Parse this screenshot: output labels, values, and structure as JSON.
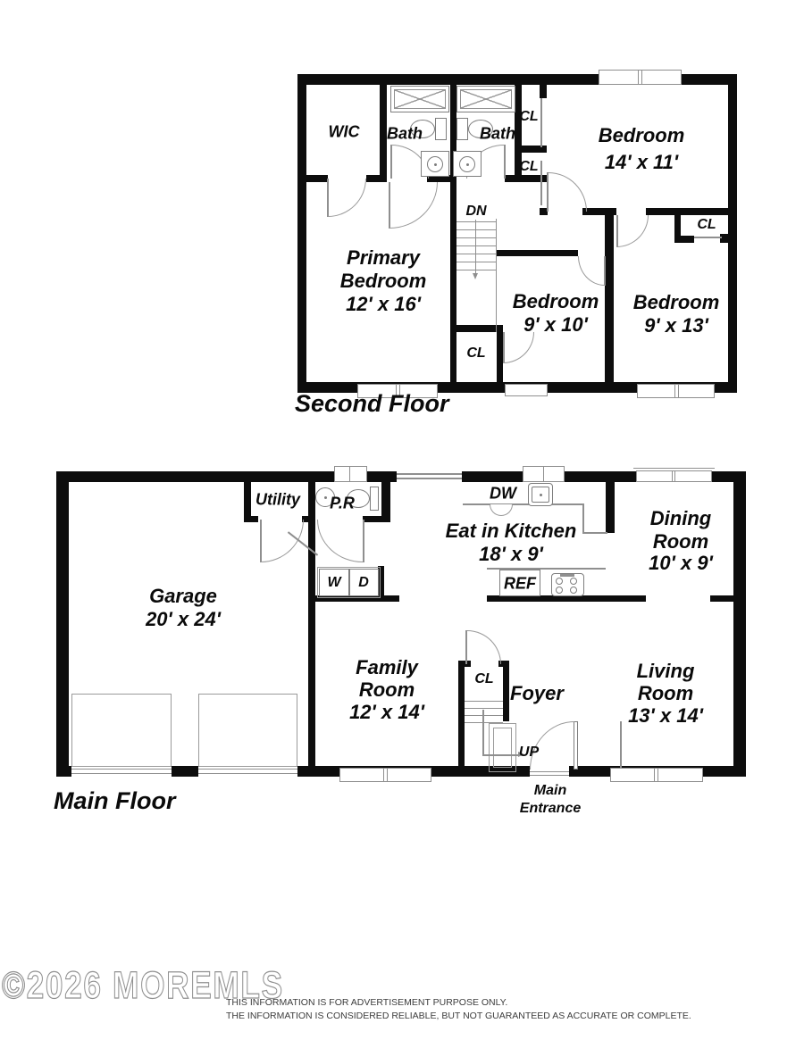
{
  "second_floor": {
    "title": "Second Floor",
    "labels": {
      "wic": "WIC",
      "bath_left": "Bath",
      "bath_right": "Bath",
      "cl_hall_top": "CL",
      "cl_hall_bottom": "CL",
      "cl_bedroom": "CL",
      "cl_stairs": "CL",
      "stairs_down": "DN"
    },
    "rooms": {
      "bedroom_top_right": {
        "name": "Bedroom",
        "dims": "14' x 11'"
      },
      "primary": {
        "l1": "Primary",
        "l2": "Bedroom",
        "dims": "12' x 16'"
      },
      "bedroom_bottom_middle": {
        "name": "Bedroom",
        "dims": "9' x 10'"
      },
      "bedroom_bottom_right": {
        "name": "Bedroom",
        "dims": "9' x 13'"
      }
    }
  },
  "main_floor": {
    "title": "Main Floor",
    "labels": {
      "utility": "Utility",
      "powder_room": "P.R",
      "washer": "W",
      "dryer": "D",
      "dishwasher": "DW",
      "refrigerator": "REF",
      "cl_foyer": "CL",
      "foyer": "Foyer",
      "stairs_up": "UP"
    },
    "rooms": {
      "garage": {
        "name": "Garage",
        "dims": "20' x 24'"
      },
      "kitchen": {
        "name": "Eat in Kitchen",
        "dims": "18' x 9'"
      },
      "dining": {
        "l1": "Dining",
        "l2": "Room",
        "dims": "10' x 9'"
      },
      "family": {
        "l1": "Family",
        "l2": "Room",
        "dims": "12' x 14'"
      },
      "living": {
        "l1": "Living",
        "l2": "Room",
        "dims": "13' x 14'"
      },
      "entrance": {
        "l1": "Main",
        "l2": "Entrance"
      }
    }
  },
  "footer": {
    "watermark": "©2026 MOREMLS",
    "disclaimer_line1": "THIS INFORMATION IS FOR ADVERTISEMENT PURPOSE ONLY.",
    "disclaimer_line2": "THE INFORMATION IS CONSIDERED RELIABLE, BUT NOT GUARANTEED AS ACCURATE OR COMPLETE."
  },
  "colors": {
    "wall": "#0d0d0d",
    "fixture_line": "#8f8f8f",
    "text": "#0a0a0a"
  }
}
